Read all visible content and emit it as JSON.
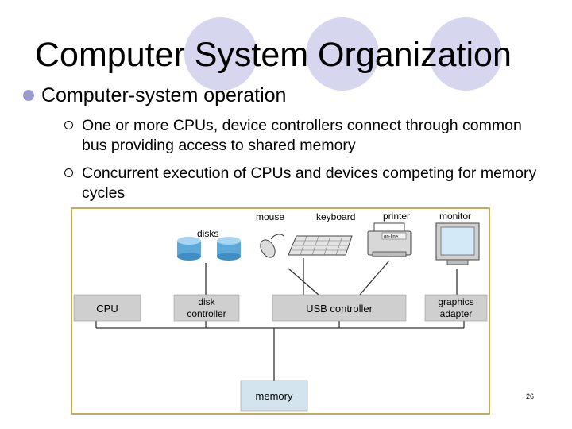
{
  "slide": {
    "title": "Computer System Organization",
    "bullet": "Computer-system operation",
    "sub_bullets": [
      "One or more CPUs, device controllers connect through common bus providing access to shared memory",
      "Concurrent execution of CPUs and devices competing for memory cycles"
    ],
    "page_number": "26"
  },
  "diagram": {
    "devices": {
      "disks": "disks",
      "mouse": "mouse",
      "keyboard": "keyboard",
      "printer": "printer",
      "printer_panel": "on-line",
      "monitor": "monitor"
    },
    "boxes": {
      "cpu": "CPU",
      "disk_controller_line1": "disk",
      "disk_controller_line2": "controller",
      "usb_controller": "USB controller",
      "graphics_adapter_line1": "graphics",
      "graphics_adapter_line2": "adapter",
      "memory": "memory"
    },
    "colors": {
      "box_fill": "#cfcfcf",
      "memory_fill": "#d4e4ee",
      "disk_fill": "#5ba8d9",
      "frame_border": "#caa85a",
      "deco_circle": "#d6d6ee",
      "bullet": "#9a9acb"
    }
  }
}
